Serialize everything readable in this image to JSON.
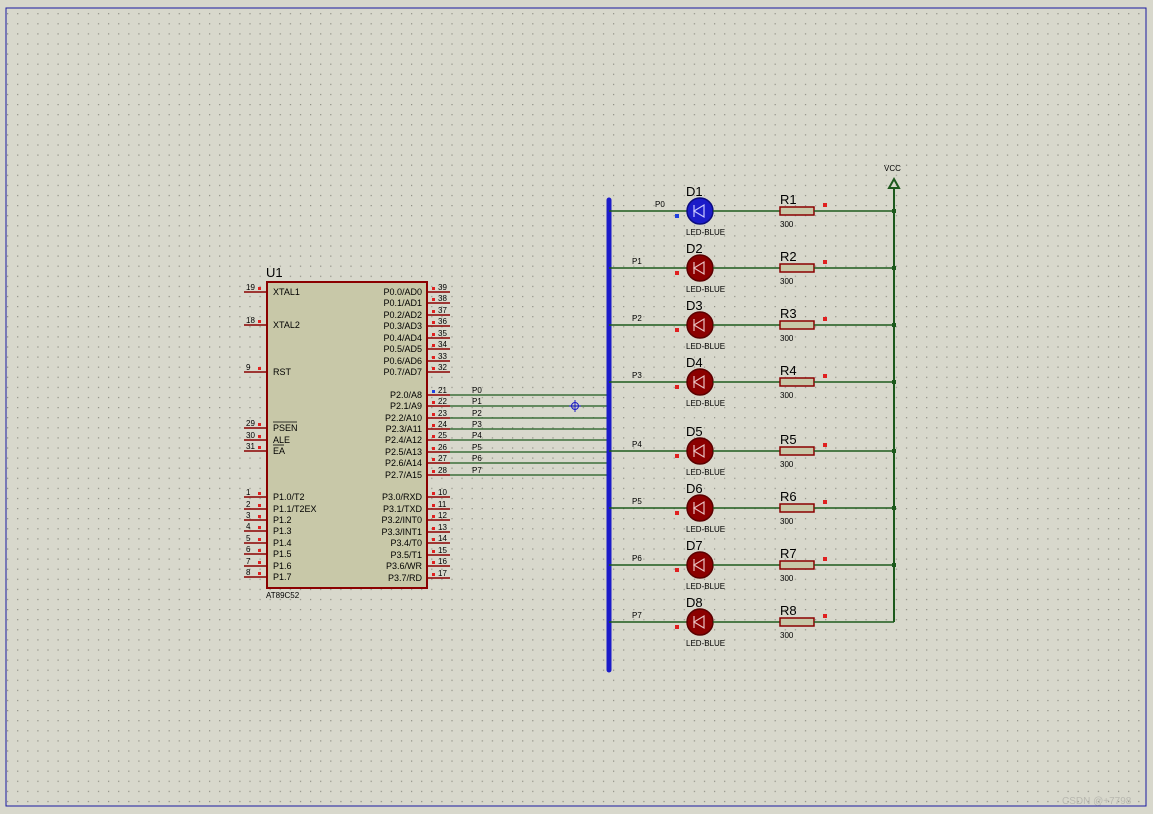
{
  "sheet": {
    "background": "#d8d8cc",
    "border": "#1a1aa0",
    "dot": "#8f8f84"
  },
  "colors": {
    "wire": "#1d5a1d",
    "bus": "#1b1bc8",
    "pin": "#8b0000",
    "body_fill": "#c8c8a8",
    "body_stroke": "#8b0000",
    "led_off": "#8b0000",
    "led_on": "#1b1bc8",
    "marker_red": "#e02020",
    "marker_blue": "#2040e0"
  },
  "mcu": {
    "ref": "U1",
    "part": "AT89C52",
    "left_pins": [
      {
        "num": "19",
        "name": "XTAL1"
      },
      {
        "num": "18",
        "name": "XTAL2"
      },
      {
        "num": "9",
        "name": "RST"
      },
      {
        "num": "29",
        "name": "PSEN"
      },
      {
        "num": "30",
        "name": "ALE"
      },
      {
        "num": "31",
        "name": "EA"
      },
      {
        "num": "1",
        "name": "P1.0/T2"
      },
      {
        "num": "2",
        "name": "P1.1/T2EX"
      },
      {
        "num": "3",
        "name": "P1.2"
      },
      {
        "num": "4",
        "name": "P1.3"
      },
      {
        "num": "5",
        "name": "P1.4"
      },
      {
        "num": "6",
        "name": "P1.5"
      },
      {
        "num": "7",
        "name": "P1.6"
      },
      {
        "num": "8",
        "name": "P1.7"
      }
    ],
    "right_pins": [
      {
        "num": "39",
        "name": "P0.0/AD0"
      },
      {
        "num": "38",
        "name": "P0.1/AD1"
      },
      {
        "num": "37",
        "name": "P0.2/AD2"
      },
      {
        "num": "36",
        "name": "P0.3/AD3"
      },
      {
        "num": "35",
        "name": "P0.4/AD4"
      },
      {
        "num": "34",
        "name": "P0.5/AD5"
      },
      {
        "num": "33",
        "name": "P0.6/AD6"
      },
      {
        "num": "32",
        "name": "P0.7/AD7"
      },
      {
        "num": "21",
        "name": "P2.0/A8"
      },
      {
        "num": "22",
        "name": "P2.1/A9"
      },
      {
        "num": "23",
        "name": "P2.2/A10"
      },
      {
        "num": "24",
        "name": "P2.3/A11"
      },
      {
        "num": "25",
        "name": "P2.4/A12"
      },
      {
        "num": "26",
        "name": "P2.5/A13"
      },
      {
        "num": "27",
        "name": "P2.6/A14"
      },
      {
        "num": "28",
        "name": "P2.7/A15"
      },
      {
        "num": "10",
        "name": "P3.0/RXD"
      },
      {
        "num": "11",
        "name": "P3.1/TXD"
      },
      {
        "num": "12",
        "name": "P3.2/INT0"
      },
      {
        "num": "13",
        "name": "P3.3/INT1"
      },
      {
        "num": "14",
        "name": "P3.4/T0"
      },
      {
        "num": "15",
        "name": "P3.5/T1"
      },
      {
        "num": "16",
        "name": "P3.6/WR"
      },
      {
        "num": "17",
        "name": "P3.7/RD"
      }
    ]
  },
  "bus_nets": [
    "P0",
    "P1",
    "P2",
    "P3",
    "P4",
    "P5",
    "P6",
    "P7"
  ],
  "leds": [
    {
      "ref": "D1",
      "part": "LED-BLUE",
      "net": "P0",
      "lit": true
    },
    {
      "ref": "D2",
      "part": "LED-BLUE",
      "net": "P1",
      "lit": false
    },
    {
      "ref": "D3",
      "part": "LED-BLUE",
      "net": "P2",
      "lit": false
    },
    {
      "ref": "D4",
      "part": "LED-BLUE",
      "net": "P3",
      "lit": false
    },
    {
      "ref": "D5",
      "part": "LED-BLUE",
      "net": "P4",
      "lit": false
    },
    {
      "ref": "D6",
      "part": "LED-BLUE",
      "net": "P5",
      "lit": false
    },
    {
      "ref": "D7",
      "part": "LED-BLUE",
      "net": "P6",
      "lit": false
    },
    {
      "ref": "D8",
      "part": "LED-BLUE",
      "net": "P7",
      "lit": false
    }
  ],
  "resistors": [
    {
      "ref": "R1",
      "value": "300"
    },
    {
      "ref": "R2",
      "value": "300"
    },
    {
      "ref": "R3",
      "value": "300"
    },
    {
      "ref": "R4",
      "value": "300"
    },
    {
      "ref": "R5",
      "value": "300"
    },
    {
      "ref": "R6",
      "value": "300"
    },
    {
      "ref": "R7",
      "value": "300"
    },
    {
      "ref": "R8",
      "value": "300"
    }
  ],
  "power": {
    "label": "VCC"
  },
  "watermark": "CSDN @+7798"
}
